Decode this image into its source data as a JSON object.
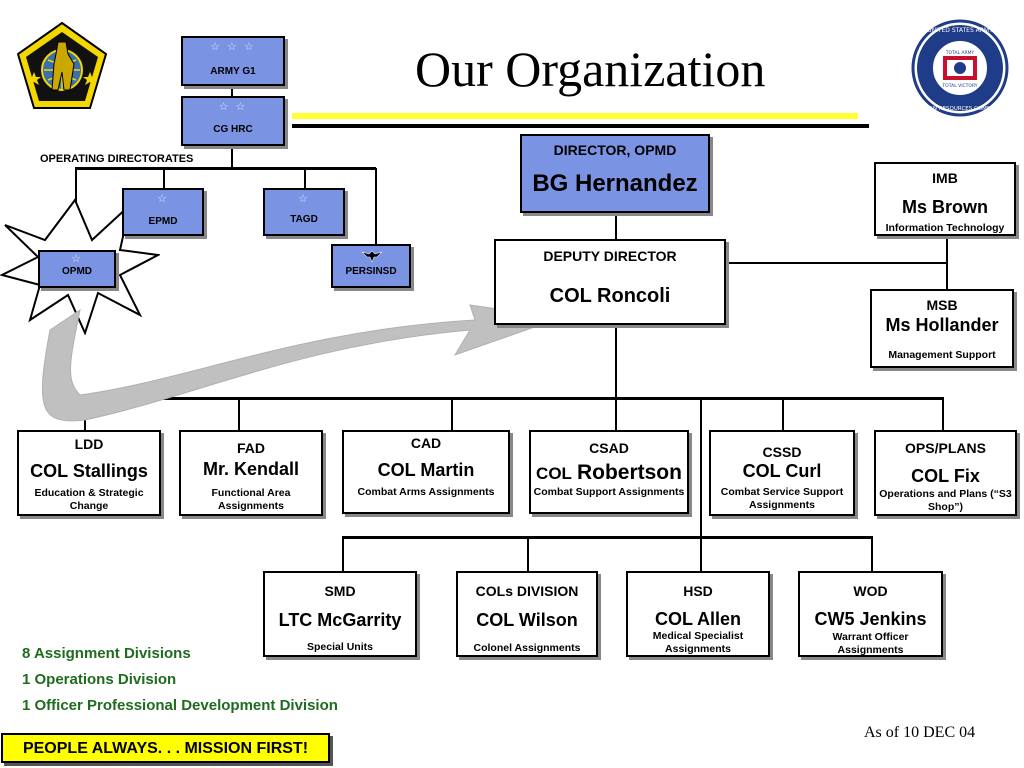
{
  "title": "Our Organization",
  "as_of": "As of 10 DEC 04",
  "motto": "PEOPLE ALWAYS. . . MISSION FIRST!",
  "operating_directorates_label": "OPERATING DIRECTORATES",
  "hq": {
    "army_g1": {
      "stars": "☆ ☆ ☆",
      "label": "ARMY G1"
    },
    "cg_hrc": {
      "stars": "☆ ☆",
      "label": "CG HRC"
    }
  },
  "directorates": {
    "epmd": {
      "stars": "☆",
      "label": "EPMD"
    },
    "tagd": {
      "stars": "☆",
      "label": "TAGD"
    },
    "opmd": {
      "stars": "☆",
      "label": "OPMD"
    },
    "persinsd": {
      "label": "PERSINSD"
    }
  },
  "director": {
    "title": "DIRECTOR, OPMD",
    "name": "BG Hernandez"
  },
  "deputy": {
    "title": "DEPUTY DIRECTOR",
    "name": "COL Roncoli"
  },
  "imb": {
    "code": "IMB",
    "name": "Ms Brown",
    "desc": "Information Technology"
  },
  "msb": {
    "code": "MSB",
    "name": "Ms Hollander",
    "desc": "Management Support"
  },
  "divisions_row1": [
    {
      "code": "LDD",
      "name": "COL Stallings",
      "desc": "Education & Strategic Change"
    },
    {
      "code": "FAD",
      "name": "Mr. Kendall",
      "desc": "Functional Area Assignments"
    },
    {
      "code": "CAD",
      "name": "COL Martin",
      "desc": "Combat Arms Assignments"
    },
    {
      "code": "CSAD",
      "name_prefix": "COL",
      "name": "Robertson",
      "desc": "Combat Support Assignments"
    },
    {
      "code": "CSSD",
      "name": "COL Curl",
      "desc": "Combat Service Support Assignments"
    },
    {
      "code": "OPS/PLANS",
      "name": "COL Fix",
      "desc": "Operations and Plans (“S3 Shop”)"
    }
  ],
  "divisions_row2": [
    {
      "code": "SMD",
      "name": "LTC McGarrity",
      "desc": "Special Units"
    },
    {
      "code": "COLs  DIVISION",
      "name": "COL Wilson",
      "desc": "Colonel Assignments"
    },
    {
      "code": "HSD",
      "name": "COL Allen",
      "desc": "Medical Specialist Assignments"
    },
    {
      "code": "WOD",
      "name": "CW5 Jenkins",
      "desc": "Warrant Officer Assignments"
    }
  ],
  "notes": [
    "8 Assignment Divisions",
    "1 Operations Division",
    "1 Officer Professional Development Division"
  ],
  "colors": {
    "box_blue": "#7b93e3",
    "motto_bg": "#ffff00",
    "notes_green": "#1f6b1f",
    "accent_yellow": "#ffff33"
  }
}
